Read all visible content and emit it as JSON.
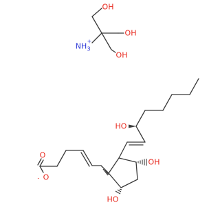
{
  "labels": {
    "tris_oh_1": "OH",
    "tris_oh_2": "OH",
    "tris_oh_3": "OH",
    "tris_nh3": "NH",
    "tris_nh3_sub": "3",
    "tris_nh3_charge": "+",
    "chain_oh": "HO",
    "ring_oh_right": "OH",
    "ring_oh_bottom": "HO",
    "carboxylate_o_top": "O",
    "carboxylate_o_bottom": "O",
    "carboxylate_charge": "-"
  },
  "colors": {
    "bond": "#3a3a3a",
    "oxygen": "#e8271c",
    "nitrogen": "#2b36d6"
  }
}
